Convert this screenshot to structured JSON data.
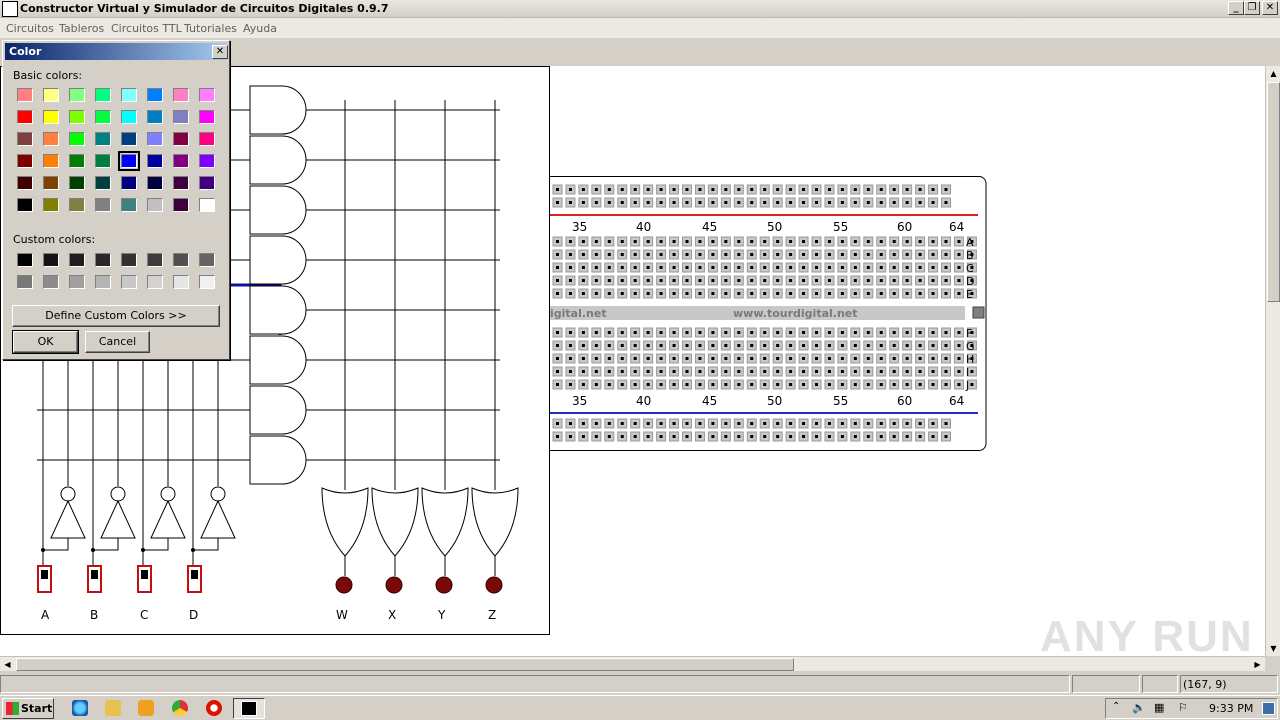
{
  "window": {
    "title": "Constructor Virtual y Simulador de Circuitos Digitales 0.9.7"
  },
  "menu": [
    "Circuitos",
    "Tableros",
    "Circuitos TTL",
    "Tutoriales",
    "Ayuda"
  ],
  "circuit": {
    "inputs": [
      "A",
      "B",
      "C",
      "D"
    ],
    "outputs": [
      "W",
      "X",
      "Y",
      "Z"
    ]
  },
  "breadboard": {
    "columns_top": [
      "35",
      "40",
      "45",
      "50",
      "55",
      "60",
      "64"
    ],
    "columns_bottom": [
      "35",
      "40",
      "45",
      "50",
      "55",
      "60",
      "64"
    ],
    "rows_top": [
      "A",
      "B",
      "C",
      "D",
      "E"
    ],
    "rows_bottom": [
      "F",
      "G",
      "H",
      "I",
      "J"
    ],
    "url_left": "igital.net",
    "url_center": "www.tourdigital.net",
    "rail_top_color": "#e02020",
    "rail_bottom_color": "#2030c0"
  },
  "color_dialog": {
    "title": "Color",
    "basic_label": "Basic colors:",
    "custom_label": "Custom colors:",
    "define_button": "Define Custom Colors >>",
    "ok_button": "OK",
    "cancel_button": "Cancel",
    "selected_basic": 28,
    "basic_colors": [
      "#ff8080",
      "#ffff80",
      "#80ff80",
      "#00ff80",
      "#80ffff",
      "#0080ff",
      "#ff80c0",
      "#ff80ff",
      "#ff0000",
      "#ffff00",
      "#80ff00",
      "#00ff40",
      "#00ffff",
      "#0080c0",
      "#8080c0",
      "#ff00ff",
      "#804040",
      "#ff8040",
      "#00ff00",
      "#008080",
      "#004080",
      "#8080ff",
      "#800040",
      "#ff0080",
      "#800000",
      "#ff8000",
      "#008000",
      "#008040",
      "#0000ff",
      "#0000a0",
      "#800080",
      "#8000ff",
      "#400000",
      "#804000",
      "#004000",
      "#004040",
      "#000080",
      "#000040",
      "#400040",
      "#400080",
      "#000000",
      "#808000",
      "#808040",
      "#808080",
      "#408080",
      "#c0c0c0",
      "#400040",
      "#ffffff"
    ],
    "custom_colors": [
      "#000000",
      "#141414",
      "#1e1e1e",
      "#282828",
      "#323232",
      "#3c3c3c",
      "#505050",
      "#646464",
      "#787878",
      "#8c8c8c",
      "#a0a0a0",
      "#b4b4b4",
      "#c8c8c8",
      "#d2d2d2",
      "#e6e6e6",
      "#f0f0f0"
    ]
  },
  "status": {
    "coords": "(167, 9)"
  },
  "taskbar": {
    "start_label": "Start",
    "clock": "9:33 PM"
  },
  "watermark": "ANY RUN"
}
